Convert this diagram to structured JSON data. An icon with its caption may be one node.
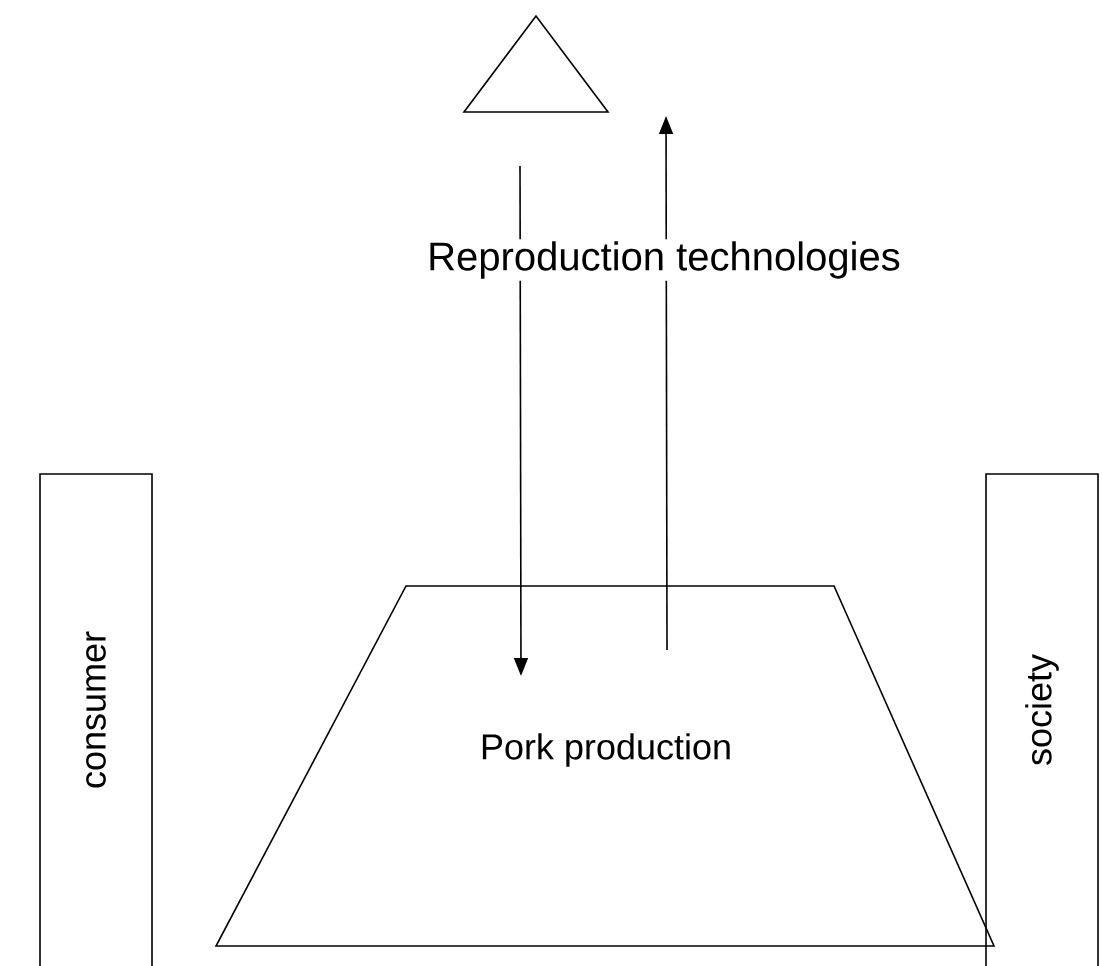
{
  "diagram": {
    "nodes": [
      {
        "text": [],
        "shape": "triangle"
      },
      {
        "text": [
          "consumer"
        ]
      },
      {
        "text": [
          "Pork production"
        ]
      },
      {
        "text": [
          "society"
        ]
      }
    ],
    "edges": [
      {
        "from": 0,
        "to": 2,
        "arrow": "to"
      },
      {
        "from": 2,
        "to": 0,
        "arrow": "to"
      }
    ],
    "labels": [
      "Reproduction technologies"
    ]
  }
}
